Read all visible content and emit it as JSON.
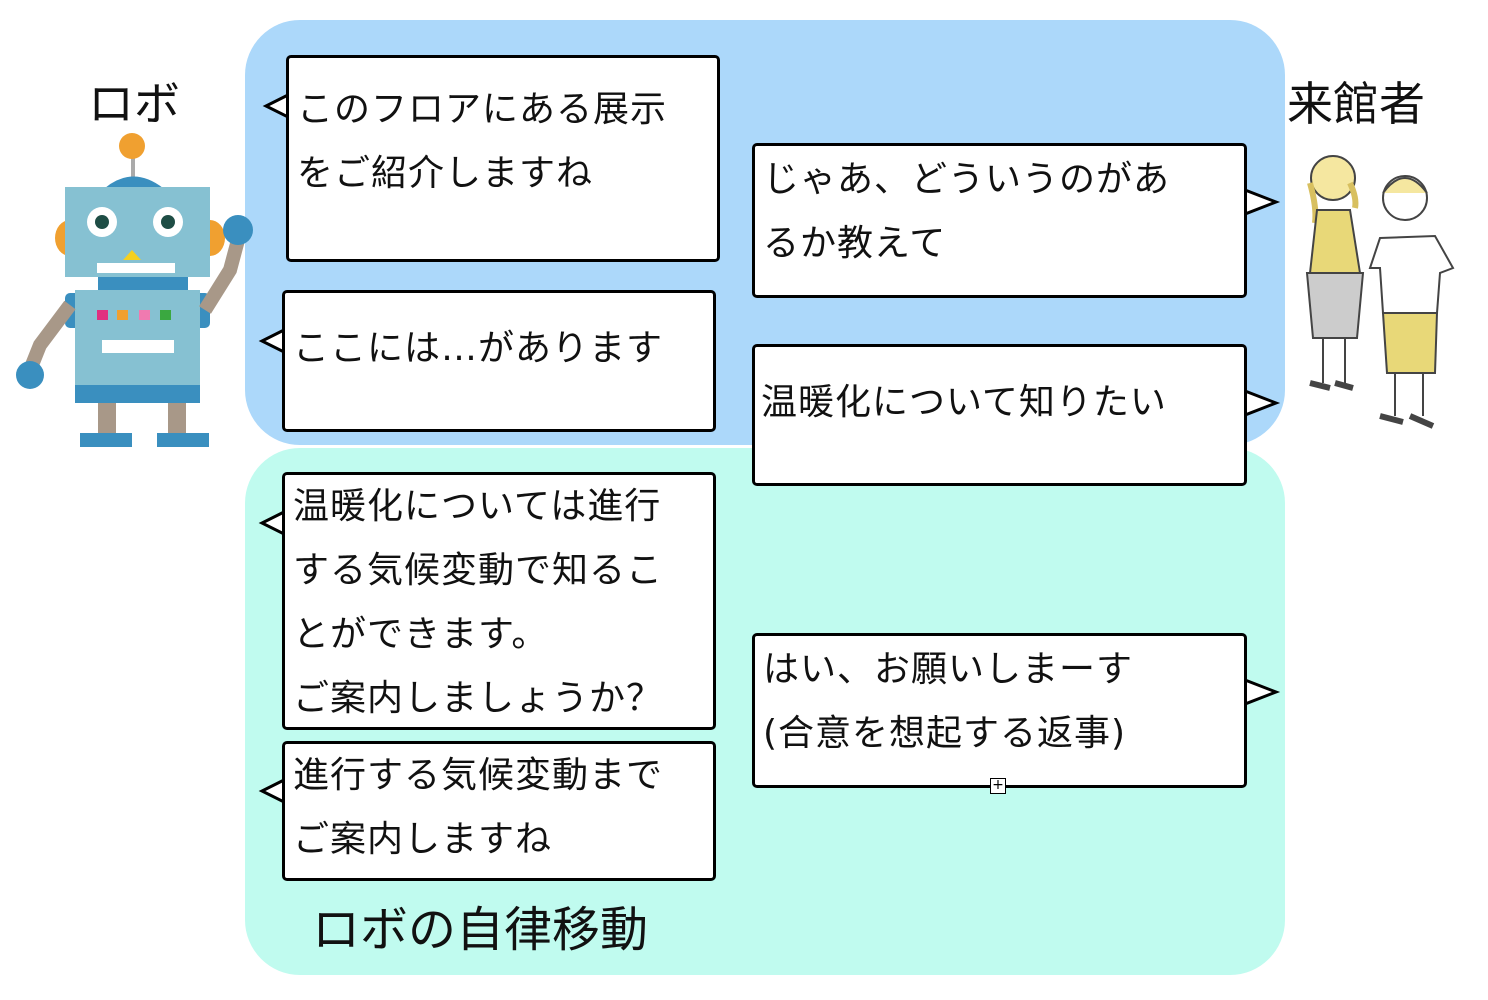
{
  "labels": {
    "robot": "ロボ",
    "visitor": "来館者",
    "autonomous_move": "ロボの自律移動"
  },
  "robot_bubbles": [
    "このフロアにある展示\nをご紹介しますね",
    "ここには…があります",
    "温暖化については進行\nする気候変動で知るこ\nとができます。\nご案内しましょうか？",
    "進行する気候変動まで\nご案内しますね"
  ],
  "visitor_bubbles": [
    "じゃあ、どういうのがあ\nるか教えて",
    "温暖化について知りたい",
    "はい、お願いしまーす\n(合意を想起する返事)"
  ],
  "expand_icon": "+",
  "colors": {
    "blue_region": "#acd8fa",
    "teal_region": "#c0fbef"
  }
}
